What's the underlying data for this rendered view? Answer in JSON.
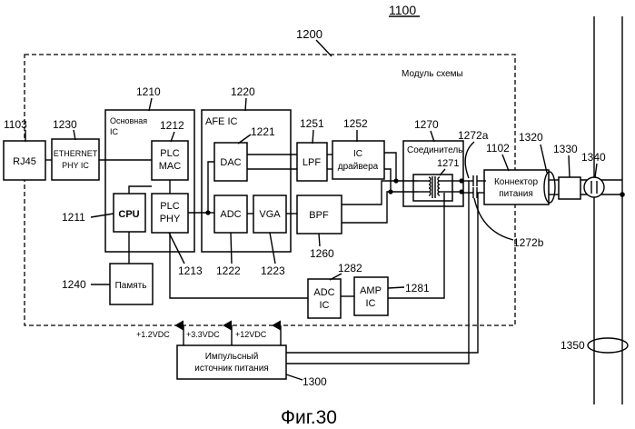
{
  "figure": {
    "caption": "Фиг.30",
    "system_ref": "1100",
    "module": {
      "ref": "1200",
      "label": "Модуль схемы"
    },
    "blocks": {
      "rj45": {
        "ref": "1103",
        "label": "RJ45"
      },
      "ethernet_phy": {
        "ref": "1230",
        "label_line1": "ETHERNET",
        "label_line2": "PHY IC"
      },
      "main_ic": {
        "ref": "1210",
        "label_line1": "Основная",
        "label_line2": "IC"
      },
      "plc_mac": {
        "ref": "1212",
        "label_line1": "PLC",
        "label_line2": "MAC"
      },
      "cpu": {
        "ref": "1211",
        "label": "CPU"
      },
      "plc_phy": {
        "ref": "1213",
        "label_line1": "PLC",
        "label_line2": "PHY"
      },
      "afe_ic": {
        "ref": "1220",
        "label": "AFE IC"
      },
      "dac": {
        "ref": "1221",
        "label": "DAC"
      },
      "adc": {
        "ref": "1222",
        "label": "ADC"
      },
      "vga": {
        "ref": "1223",
        "label": "VGA"
      },
      "lpf": {
        "ref": "1251",
        "label": "LPF"
      },
      "driver_ic": {
        "ref": "1252",
        "label_line1": "IC",
        "label_line2": "драйвера"
      },
      "bpf": {
        "ref": "1260",
        "label": "BPF"
      },
      "coupler": {
        "ref": "1270",
        "label": "Соединитель",
        "transformer_ref": "1271"
      },
      "capacitor_a": {
        "ref": "1272a"
      },
      "capacitor_b": {
        "ref": "1272b"
      },
      "memory": {
        "ref": "1240",
        "label": "Память"
      },
      "adc_ic": {
        "ref": "1282",
        "label_line1": "ADC",
        "label_line2": "IC"
      },
      "amp_ic": {
        "ref": "1281",
        "label_line1": "AMP",
        "label_line2": "IC"
      },
      "power_connector": {
        "ref": "1102",
        "label_line1": "Коннектор",
        "label_line2": "питания"
      },
      "power_supply": {
        "ref": "1300",
        "label_line1": "Импульсный",
        "label_line2": "источник питания"
      },
      "ref_1320": {
        "ref": "1320"
      },
      "ref_1330": {
        "ref": "1330"
      },
      "ref_1340": {
        "ref": "1340"
      },
      "ref_1350": {
        "ref": "1350"
      }
    },
    "voltages": [
      "+1.2VDC",
      "+3.3VDC",
      "+12VDC"
    ]
  }
}
